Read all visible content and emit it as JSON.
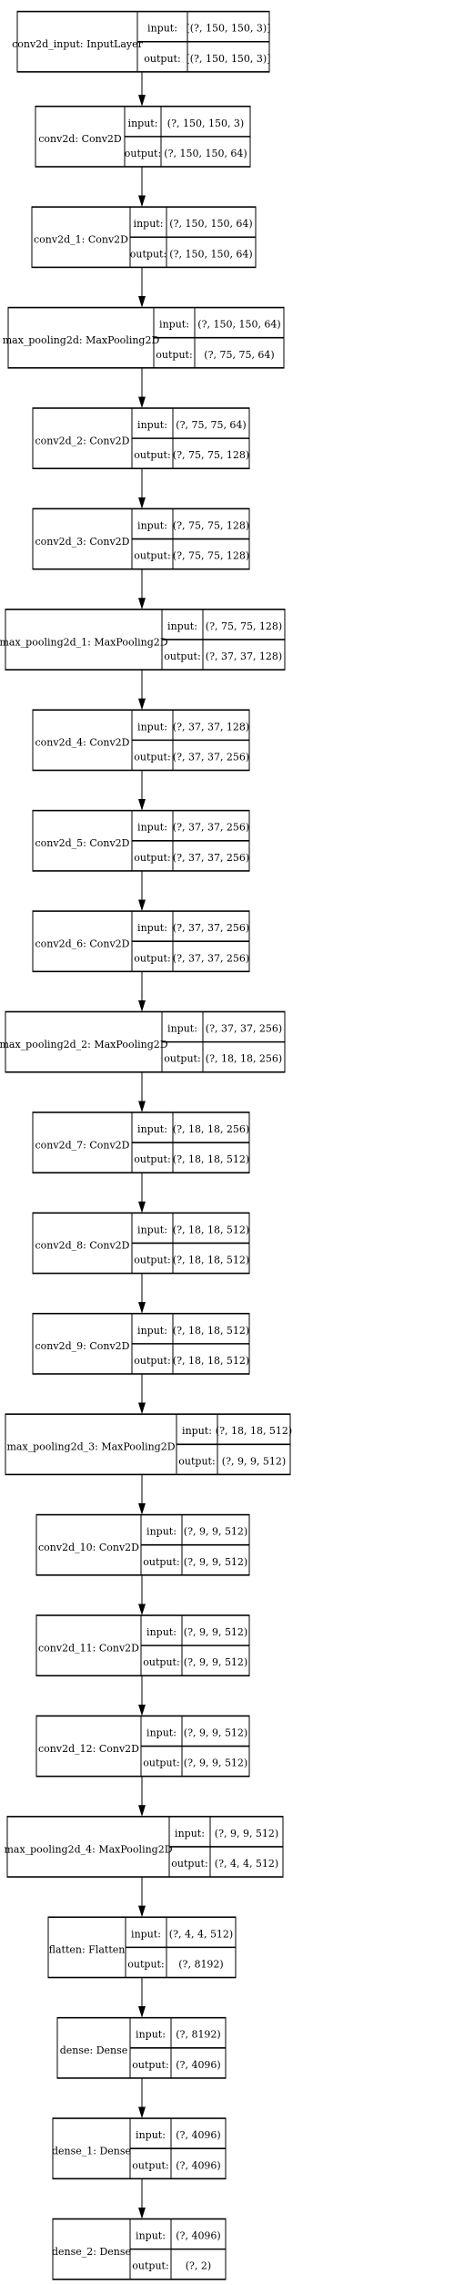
{
  "diagram": {
    "type": "keras-model-plot",
    "port_labels": {
      "input": "input:",
      "output": "output:"
    },
    "layers": [
      {
        "name": "conv2d_input: InputLayer",
        "input": "[(?, 150, 150, 3)]",
        "output": "[(?, 150, 150, 3)]"
      },
      {
        "name": "conv2d: Conv2D",
        "input": "(?, 150, 150, 3)",
        "output": "(?, 150, 150, 64)"
      },
      {
        "name": "conv2d_1: Conv2D",
        "input": "(?, 150, 150, 64)",
        "output": "(?, 150, 150, 64)"
      },
      {
        "name": "max_pooling2d: MaxPooling2D",
        "input": "(?, 150, 150, 64)",
        "output": "(?, 75, 75, 64)"
      },
      {
        "name": "conv2d_2: Conv2D",
        "input": "(?, 75, 75, 64)",
        "output": "(?, 75, 75, 128)"
      },
      {
        "name": "conv2d_3: Conv2D",
        "input": "(?, 75, 75, 128)",
        "output": "(?, 75, 75, 128)"
      },
      {
        "name": "max_pooling2d_1: MaxPooling2D",
        "input": "(?, 75, 75, 128)",
        "output": "(?, 37, 37, 128)"
      },
      {
        "name": "conv2d_4: Conv2D",
        "input": "(?, 37, 37, 128)",
        "output": "(?, 37, 37, 256)"
      },
      {
        "name": "conv2d_5: Conv2D",
        "input": "(?, 37, 37, 256)",
        "output": "(?, 37, 37, 256)"
      },
      {
        "name": "conv2d_6: Conv2D",
        "input": "(?, 37, 37, 256)",
        "output": "(?, 37, 37, 256)"
      },
      {
        "name": "max_pooling2d_2: MaxPooling2D",
        "input": "(?, 37, 37, 256)",
        "output": "(?, 18, 18, 256)"
      },
      {
        "name": "conv2d_7: Conv2D",
        "input": "(?, 18, 18, 256)",
        "output": "(?, 18, 18, 512)"
      },
      {
        "name": "conv2d_8: Conv2D",
        "input": "(?, 18, 18, 512)",
        "output": "(?, 18, 18, 512)"
      },
      {
        "name": "conv2d_9: Conv2D",
        "input": "(?, 18, 18, 512)",
        "output": "(?, 18, 18, 512)"
      },
      {
        "name": "max_pooling2d_3: MaxPooling2D",
        "input": "(?, 18, 18, 512)",
        "output": "(?, 9, 9, 512)"
      },
      {
        "name": "conv2d_10: Conv2D",
        "input": "(?, 9, 9, 512)",
        "output": "(?, 9, 9, 512)"
      },
      {
        "name": "conv2d_11: Conv2D",
        "input": "(?, 9, 9, 512)",
        "output": "(?, 9, 9, 512)"
      },
      {
        "name": "conv2d_12: Conv2D",
        "input": "(?, 9, 9, 512)",
        "output": "(?, 9, 9, 512)"
      },
      {
        "name": "max_pooling2d_4: MaxPooling2D",
        "input": "(?, 9, 9, 512)",
        "output": "(?, 4, 4, 512)"
      },
      {
        "name": "flatten: Flatten",
        "input": "(?, 4, 4, 512)",
        "output": "(?, 8192)"
      },
      {
        "name": "dense: Dense",
        "input": "(?, 8192)",
        "output": "(?, 4096)"
      },
      {
        "name": "dense_1: Dense",
        "input": "(?, 4096)",
        "output": "(?, 4096)"
      },
      {
        "name": "dense_2: Dense",
        "input": "(?, 4096)",
        "output": "(?, 2)"
      }
    ]
  }
}
